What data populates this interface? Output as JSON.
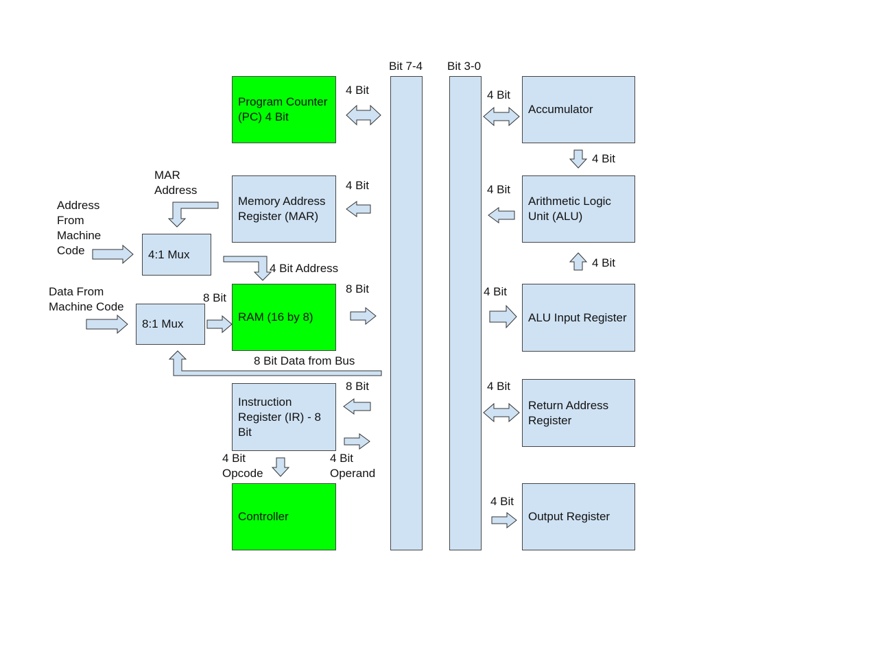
{
  "buses": {
    "high": "Bit 7-4",
    "low": "Bit 3-0"
  },
  "blocks": {
    "pc": "Program Counter (PC) 4 Bit",
    "mar": "Memory Address Register (MAR)",
    "mux4": "4:1 Mux",
    "mux8": "8:1 Mux",
    "ram": "RAM (16 by 8)",
    "ir": "Instruction Register (IR) - 8 Bit",
    "controller": "Controller",
    "accumulator": "Accumulator",
    "alu": "Arithmetic Logic Unit (ALU)",
    "alu_input": "ALU Input Register",
    "return_addr": "Return Address Register",
    "output": "Output Register"
  },
  "labels": {
    "pc_width": "4 Bit",
    "mar_width": "4 Bit",
    "mar_address": "MAR\nAddress",
    "address_from_code": "Address\nFrom\nMachine\nCode",
    "mux4_to_ram": "4 Bit Address",
    "data_from_code": "Data From\nMachine Code",
    "mux8_to_ram": "8 Bit",
    "ram_width": "8 Bit",
    "data_from_bus": "8 Bit Data from Bus",
    "ir_width": "8 Bit",
    "opcode": "4 Bit\nOpcode",
    "operand": "4 Bit\nOperand",
    "acc_width": "4 Bit",
    "acc_to_alu": "4 Bit",
    "alu_width": "4 Bit",
    "aluin_to_alu": "4 Bit",
    "aluin_width": "4 Bit",
    "ret_width": "4 Bit",
    "out_width": "4 Bit"
  },
  "colors": {
    "block": "#cfe2f3",
    "highlight": "#00ff00"
  }
}
